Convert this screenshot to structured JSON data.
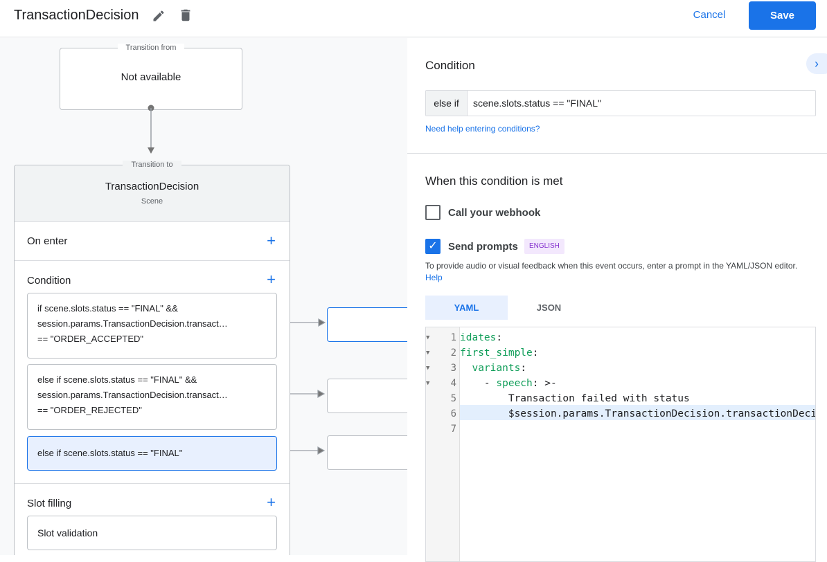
{
  "header": {
    "title": "TransactionDecision",
    "edit_icon": "pencil-icon",
    "delete_icon": "trash-icon",
    "cancel_label": "Cancel",
    "save_label": "Save"
  },
  "canvas": {
    "transition_from": {
      "legend": "Transition from",
      "value": "Not available"
    },
    "transition_to": {
      "legend": "Transition to",
      "scene_name": "TransactionDecision",
      "scene_type": "Scene"
    },
    "sections": {
      "on_enter": "On enter",
      "condition": "Condition",
      "slot_filling": "Slot filling",
      "slot_validation": "Slot validation"
    },
    "conditions": [
      {
        "lines": [
          "if scene.slots.status == \"FINAL\" &&",
          "session.params.TransactionDecision.transact…",
          "== \"ORDER_ACCEPTED\""
        ]
      },
      {
        "lines": [
          "else if scene.slots.status == \"FINAL\" &&",
          "session.params.TransactionDecision.transact…",
          "== \"ORDER_REJECTED\""
        ]
      },
      {
        "lines": [
          "else if scene.slots.status == \"FINAL\""
        ]
      }
    ]
  },
  "panel": {
    "condition_title": "Condition",
    "condition_prefix": "else if",
    "condition_value": "scene.slots.status == \"FINAL\"",
    "help_link": "Need help entering conditions?",
    "met_title": "When this condition is met",
    "webhook_label": "Call your webhook",
    "webhook_checked": false,
    "prompts_label": "Send prompts",
    "prompts_checked": true,
    "language_badge": "ENGLISH",
    "description": "To provide audio or visual feedback when this event occurs, enter a prompt in the YAML/JSON editor.",
    "description_link": "Help",
    "tabs": [
      {
        "label": "YAML",
        "active": true
      },
      {
        "label": "JSON",
        "active": false
      }
    ],
    "code": [
      {
        "n": "1",
        "key": "idates",
        "rest": ":"
      },
      {
        "n": "2",
        "key": "first_simple",
        "rest": ":"
      },
      {
        "n": "3",
        "indent": "  ",
        "key": "variants",
        "rest": ":"
      },
      {
        "n": "4",
        "indent": "    - ",
        "key": "speech",
        "rest": ": >-"
      },
      {
        "n": "5",
        "indent": "        ",
        "text": "Transaction failed with status"
      },
      {
        "n": "6",
        "indent": "        ",
        "text": "$session.params.TransactionDecision.transactionDecision"
      },
      {
        "n": "7"
      }
    ]
  },
  "colors": {
    "accent": "#1a73e8",
    "selected": "#e8f0fe",
    "yaml_key": "#0f9d58"
  }
}
